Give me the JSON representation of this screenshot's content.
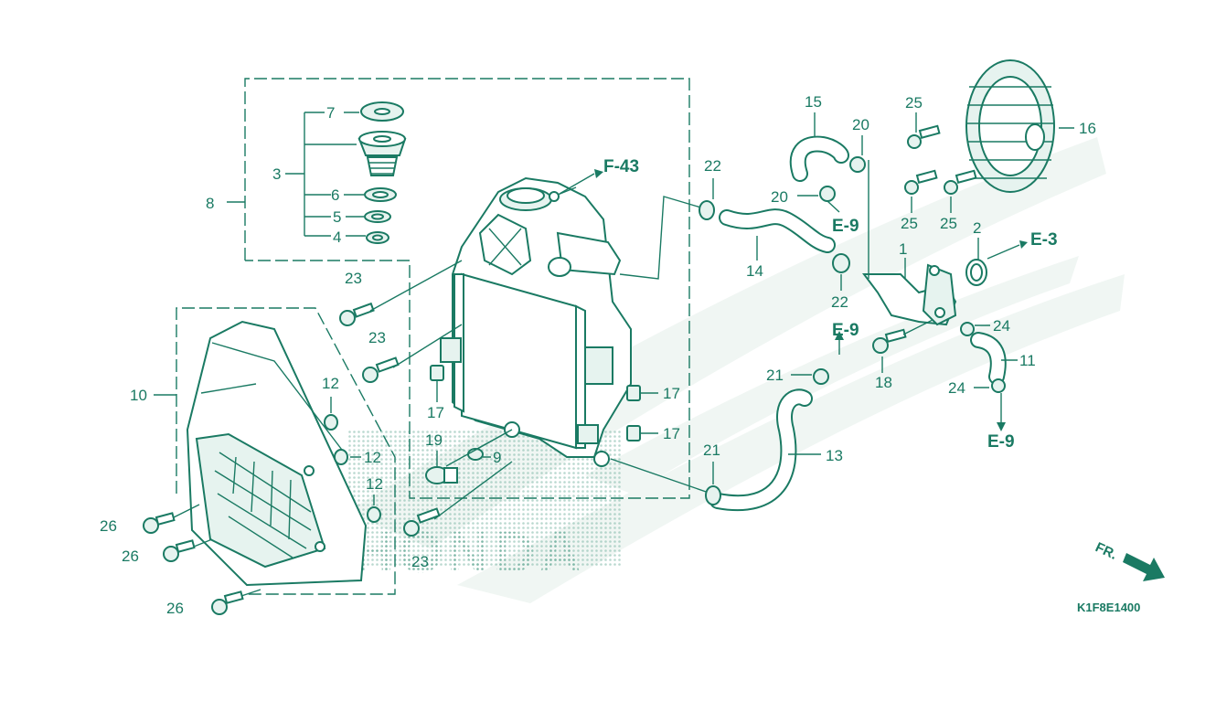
{
  "labels": {
    "p1": "1",
    "p2": "2",
    "p3": "3",
    "p4": "4",
    "p5": "5",
    "p6": "6",
    "p7": "7",
    "p8": "8",
    "p9": "9",
    "p10": "10",
    "p11": "11",
    "p12a": "12",
    "p12b": "12",
    "p12c": "12",
    "p13": "13",
    "p14": "14",
    "p15": "15",
    "p16": "16",
    "p17a": "17",
    "p17b": "17",
    "p17c": "17",
    "p18": "18",
    "p19": "19",
    "p20a": "20",
    "p20b": "20",
    "p21a": "21",
    "p21b": "21",
    "p22a": "22",
    "p22b": "22",
    "p23a": "23",
    "p23b": "23",
    "p23c": "23",
    "p24a": "24",
    "p24b": "24",
    "p25a": "25",
    "p25b": "25",
    "p25c": "25",
    "p26a": "26",
    "p26b": "26",
    "p26c": "26"
  },
  "refs": {
    "f43": "F-43",
    "e9_a": "E-9",
    "e9_b": "E-9",
    "e9_c": "E-9",
    "e3": "E-3"
  },
  "direction": "FR.",
  "watermark": "HONDA",
  "diagram_code": "K1F8E1400",
  "colors": {
    "ink": "#1a7a63",
    "tint": "#e6f3ef"
  }
}
